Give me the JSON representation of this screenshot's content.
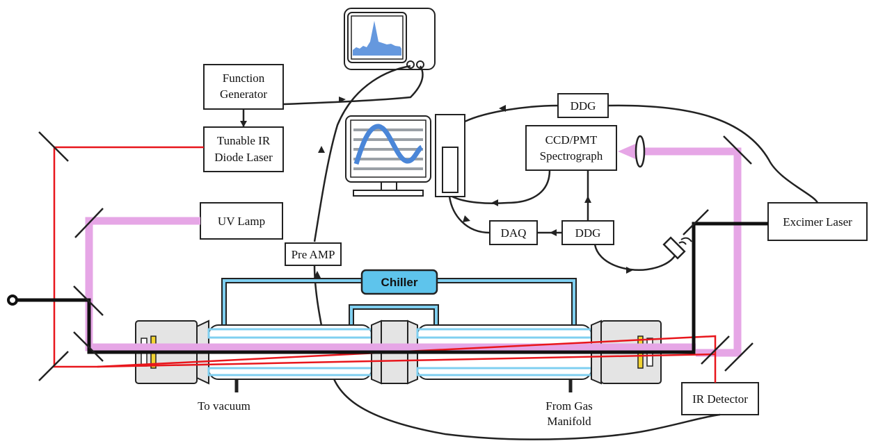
{
  "labels": {
    "function_generator_line1": "Function",
    "function_generator_line2": "Generator",
    "tunable_ir_line1": "Tunable IR",
    "tunable_ir_line2": "Diode Laser",
    "uv_lamp": "UV Lamp",
    "pre_amp": "Pre AMP",
    "ddg_top": "DDG",
    "spectrograph_line1": "CCD/PMT",
    "spectrograph_line2": "Spectrograph",
    "daq": "DAQ",
    "ddg_bottom": "DDG",
    "excimer_laser": "Excimer Laser",
    "chiller": "Chiller",
    "to_vacuum": "To vacuum",
    "from_gas_line1": "From Gas",
    "from_gas_line2": "Manifold",
    "ir_detector": "IR Detector"
  },
  "colors": {
    "uv_beam": "#e6a6e6",
    "ir_beam": "#e8161c",
    "excimer_beam": "#111111",
    "chiller_fill": "#5ec4ec",
    "coolant": "#7fcff0",
    "screen_plot": "#4a86d8"
  }
}
